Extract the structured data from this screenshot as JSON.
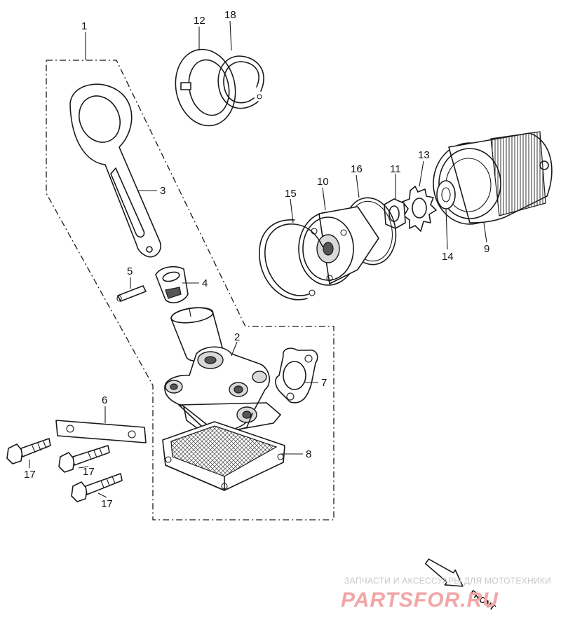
{
  "callouts": [
    {
      "id": "1",
      "label": "1"
    },
    {
      "id": "2",
      "label": "2"
    },
    {
      "id": "3",
      "label": "3"
    },
    {
      "id": "4",
      "label": "4"
    },
    {
      "id": "5",
      "label": "5"
    },
    {
      "id": "6",
      "label": "6"
    },
    {
      "id": "7",
      "label": "7"
    },
    {
      "id": "8",
      "label": "8"
    },
    {
      "id": "9",
      "label": "9"
    },
    {
      "id": "10",
      "label": "10"
    },
    {
      "id": "11",
      "label": "11"
    },
    {
      "id": "12",
      "label": "12"
    },
    {
      "id": "13",
      "label": "13"
    },
    {
      "id": "14",
      "label": "14"
    },
    {
      "id": "15",
      "label": "15"
    },
    {
      "id": "16",
      "label": "16"
    },
    {
      "id": "17a",
      "label": "17"
    },
    {
      "id": "17b",
      "label": "17"
    },
    {
      "id": "17c",
      "label": "17"
    },
    {
      "id": "18",
      "label": "18"
    }
  ],
  "front_arrow": {
    "label": "FRONT"
  },
  "watermark": {
    "line1": "ЗАПЧАСТИ И АКСЕССУАРЫ ДЛЯ МОТОТЕХНИКИ",
    "line2": "PARTSFOR.RU"
  },
  "colors": {
    "line": "#1a1a1a",
    "watermark_red": "#f2a6a6",
    "watermark_grey": "#c8c8c8"
  }
}
